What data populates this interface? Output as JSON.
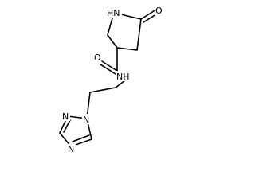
{
  "molecule": {
    "atoms": [
      {
        "id": "ring-nh",
        "label": "HN"
      },
      {
        "id": "carbonyl-o",
        "label": "O"
      },
      {
        "id": "amide-o",
        "label": "O"
      },
      {
        "id": "amide-nh",
        "label": "NH"
      },
      {
        "id": "triazole-n1",
        "label": "N"
      },
      {
        "id": "triazole-n2",
        "label": "N"
      },
      {
        "id": "triazole-n4",
        "label": "N"
      }
    ]
  }
}
